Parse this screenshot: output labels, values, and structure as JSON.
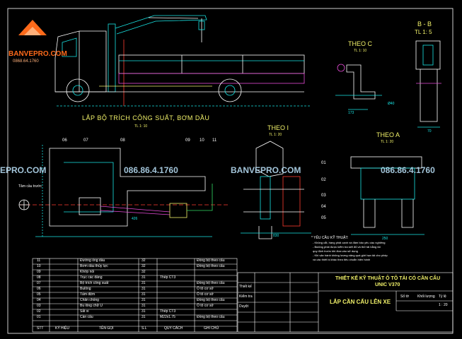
{
  "logo": {
    "name": "BANVEPRO.COM",
    "phone": "0868.64.1760"
  },
  "titles": {
    "main_view": "LẮP BỘ TRÍCH CÔNG SUẤT, BƠM DẦU",
    "main_view_scale": "TL 1: 10",
    "theo_c": "THEO C",
    "theo_c_scale": "TL 1: 10",
    "b_b": "B - B",
    "b_b_scale": "TL 1: 5",
    "theo_i": "THEO I",
    "theo_i_scale": "TL 1: 20",
    "theo_a": "THEO A",
    "theo_a_scale": "TL 1: 20"
  },
  "watermarks": {
    "left_site": "EPRO.COM",
    "phone_1": "086.86.4.1760",
    "center_site": "BANVEPRO.COM",
    "phone_2": "086.86.4.1760"
  },
  "callouts": {
    "main": [
      "06",
      "07",
      "08",
      "09",
      "10",
      "11"
    ],
    "side": [
      "01",
      "02",
      "03",
      "04",
      "05"
    ]
  },
  "labels": {
    "tam_cau": "Tâm cầu trước",
    "dim_173": "173",
    "dim_o40": "Ø40",
    "dim_70": "70",
    "dim_830": "830",
    "dim_250": "250",
    "dim_426": "426"
  },
  "notes": {
    "title": "* YÊU CẦU KỸ THUẬT:",
    "lines": [
      "- Không cắt, hàng phải cạnh và đảm bảo yêu cầu nghiêng",
      "- Bulông phải được kiểm tra siết đủ và thử tải bằng tải",
      "  quy định trước khi đưa vào sử dụng",
      "- Khi vận hành không lượng nâng quá giới hạn tải cho phép",
      "  và các thiết bị khác theo tiêu chuẩn hiện hành"
    ]
  },
  "title_block": {
    "heading_line1": "THIẾT KẾ KỸ THUẬT Ô TÔ TẢI CÓ CẦN CẨU",
    "heading_line2": "UNIC V370",
    "drawing_name": "LẮP CẦN CẨU LÊN XE",
    "scale": "1 : 20",
    "sheet": "Số tờ",
    "weight": "Khối lượng",
    "ratio": "Tỷ lệ",
    "design": "Thiết kế",
    "check": "Kiểm tra",
    "approve": "Duyệt"
  },
  "bom": {
    "headers": [
      "STT",
      "KÝ HIỆU",
      "TÊN GỌI",
      "S.L",
      "QUY CÁCH",
      "GHI CHÚ"
    ],
    "rows": [
      [
        "11",
        "",
        "Đường ống dầu",
        "32",
        "",
        "Đồng bộ theo cẩu"
      ],
      [
        "10",
        "",
        "Bơm dầu thủy lực",
        "32",
        "",
        "Đồng bộ theo cẩu"
      ],
      [
        "09",
        "",
        "Khớp nối",
        "32",
        "",
        ""
      ],
      [
        "08",
        "",
        "Trục các đăng",
        "31",
        "Thép CT3",
        ""
      ],
      [
        "07",
        "",
        "Bộ trích công suất",
        "31",
        "",
        "Đồng bộ theo cẩu"
      ],
      [
        "06",
        "",
        "Bulông",
        "31",
        "",
        "Ô tô cơ sở"
      ],
      [
        "05",
        "",
        "Tấm đệm",
        "31",
        "",
        "Ô tô cơ sở"
      ],
      [
        "04",
        "",
        "Chân chống",
        "31",
        "",
        "Đồng bộ theo cẩu"
      ],
      [
        "03",
        "",
        "Bu lông chữ U",
        "31",
        "",
        "Ô tô cơ sở"
      ],
      [
        "02",
        "",
        "Sắt xi",
        "31",
        "Thép CT3",
        ""
      ],
      [
        "01",
        "",
        "Cần cẩu",
        "31",
        "M22x1.75",
        "Đồng bộ theo cẩu"
      ]
    ]
  },
  "colors": {
    "cyan": "#19e6e6",
    "yellow": "#f2f26a",
    "magenta": "#e64bd8",
    "red": "#ff3b30",
    "green": "#33dd66",
    "white": "#ffffff"
  }
}
